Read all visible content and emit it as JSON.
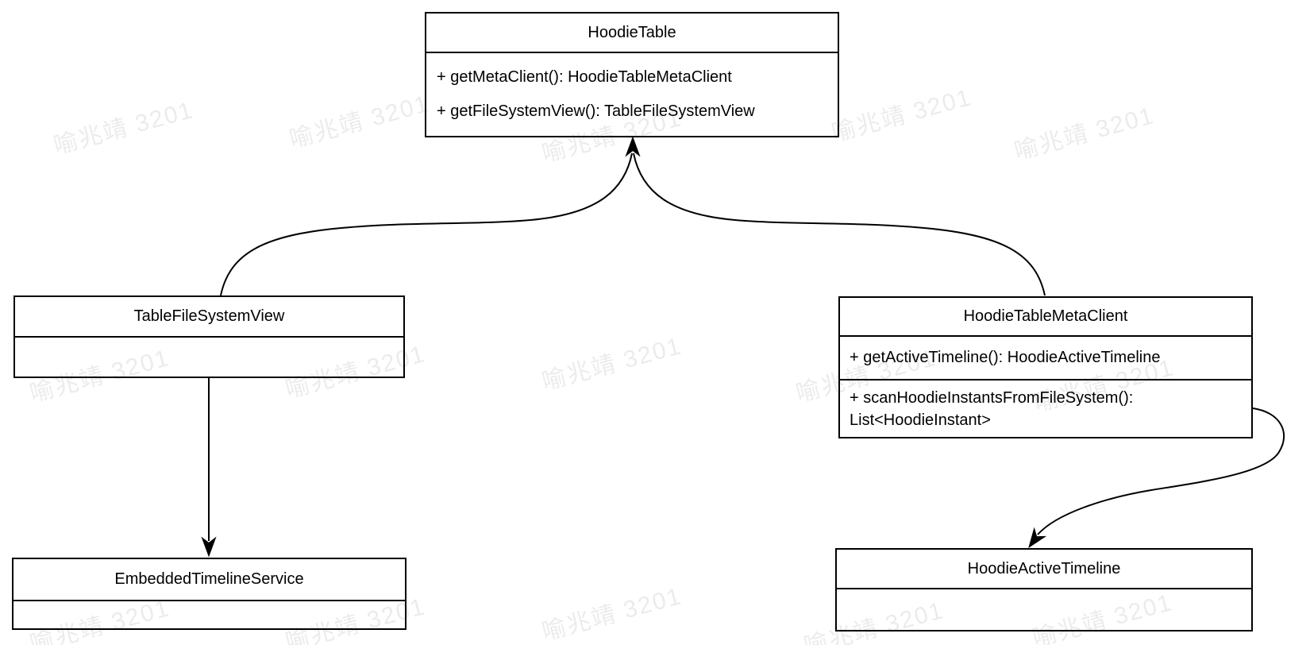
{
  "diagram": {
    "type": "uml-class-diagram",
    "classes": {
      "hoodieTable": {
        "name": "HoodieTable",
        "method1": "+ getMetaClient(): HoodieTableMetaClient",
        "method2": "+ getFileSystemView(): TableFileSystemView"
      },
      "tableFileSystemView": {
        "name": "TableFileSystemView"
      },
      "hoodieTableMetaClient": {
        "name": "HoodieTableMetaClient",
        "method1": "+ getActiveTimeline(): HoodieActiveTimeline",
        "method2": "+ scanHoodieInstantsFromFileSystem(): List<HoodieInstant>"
      },
      "embeddedTimelineService": {
        "name": "EmbeddedTimelineService"
      },
      "hoodieActiveTimeline": {
        "name": "HoodieActiveTimeline"
      }
    },
    "relations": [
      {
        "from": "TableFileSystemView",
        "to": "HoodieTable",
        "style": "curved-arrow"
      },
      {
        "from": "HoodieTableMetaClient",
        "to": "HoodieTable",
        "style": "curved-arrow"
      },
      {
        "from": "TableFileSystemView",
        "to": "EmbeddedTimelineService",
        "style": "straight-arrow"
      },
      {
        "from": "HoodieTableMetaClient",
        "to": "HoodieActiveTimeline",
        "style": "s-curve-arrow"
      }
    ],
    "line_color": "#000000",
    "fill_color": "#ffffff"
  },
  "watermark": {
    "text": "喻兆靖 3201",
    "color": "rgba(0,0,0,0.08)"
  }
}
